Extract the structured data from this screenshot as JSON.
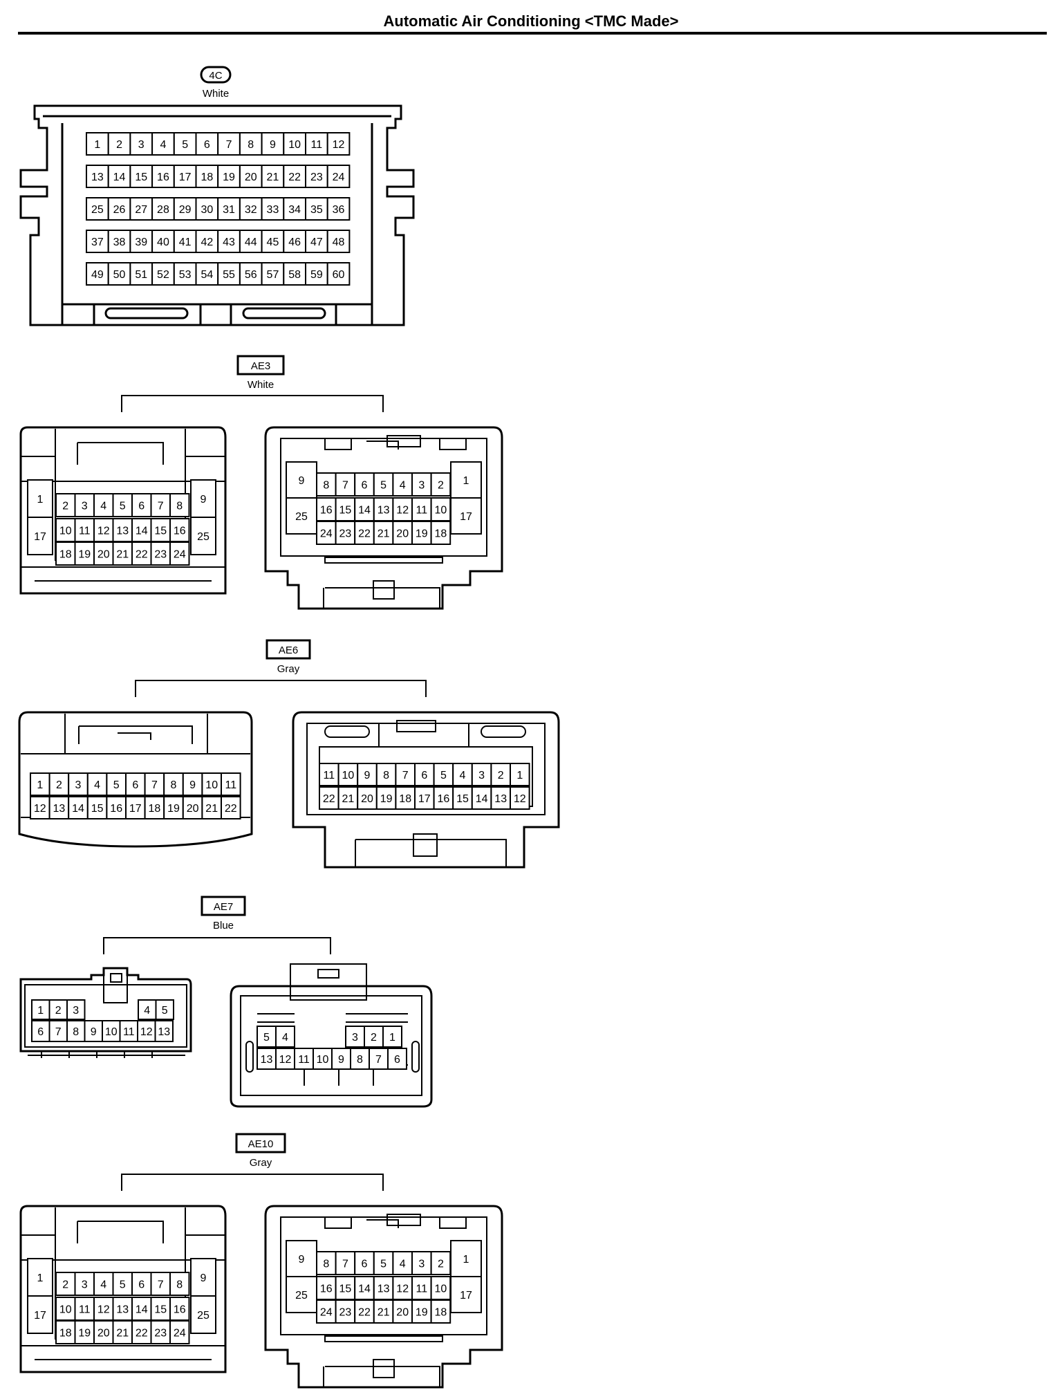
{
  "title": "Automatic Air Conditioning <TMC Made>",
  "connectors": [
    {
      "id": "4C",
      "color": "White",
      "grid_rows": [
        [
          "1",
          "2",
          "3",
          "4",
          "5",
          "6",
          "7",
          "8",
          "9",
          "10",
          "11",
          "12"
        ],
        [
          "13",
          "14",
          "15",
          "16",
          "17",
          "18",
          "19",
          "20",
          "21",
          "22",
          "23",
          "24"
        ],
        [
          "25",
          "26",
          "27",
          "28",
          "29",
          "30",
          "31",
          "32",
          "33",
          "34",
          "35",
          "36"
        ],
        [
          "37",
          "38",
          "39",
          "40",
          "41",
          "42",
          "43",
          "44",
          "45",
          "46",
          "47",
          "48"
        ],
        [
          "49",
          "50",
          "51",
          "52",
          "53",
          "54",
          "55",
          "56",
          "57",
          "58",
          "59",
          "60"
        ]
      ]
    },
    {
      "id": "AE3",
      "color": "White",
      "male_view": {
        "side_left": [
          "1",
          "17"
        ],
        "side_right": [
          "9",
          "25"
        ],
        "rows": [
          [
            "2",
            "3",
            "4",
            "5",
            "6",
            "7",
            "8"
          ],
          [
            "10",
            "11",
            "12",
            "13",
            "14",
            "15",
            "16"
          ],
          [
            "18",
            "19",
            "20",
            "21",
            "22",
            "23",
            "24"
          ]
        ]
      },
      "female_view": {
        "side_left": [
          "9",
          "25"
        ],
        "side_right": [
          "1",
          "17"
        ],
        "rows": [
          [
            "8",
            "7",
            "6",
            "5",
            "4",
            "3",
            "2"
          ],
          [
            "16",
            "15",
            "14",
            "13",
            "12",
            "11",
            "10"
          ],
          [
            "24",
            "23",
            "22",
            "21",
            "20",
            "19",
            "18"
          ]
        ]
      }
    },
    {
      "id": "AE6",
      "color": "Gray",
      "male_view": {
        "rows": [
          [
            "1",
            "2",
            "3",
            "4",
            "5",
            "6",
            "7",
            "8",
            "9",
            "10",
            "11"
          ],
          [
            "12",
            "13",
            "14",
            "15",
            "16",
            "17",
            "18",
            "19",
            "20",
            "21",
            "22"
          ]
        ]
      },
      "female_view": {
        "rows": [
          [
            "11",
            "10",
            "9",
            "8",
            "7",
            "6",
            "5",
            "4",
            "3",
            "2",
            "1"
          ],
          [
            "22",
            "21",
            "20",
            "19",
            "18",
            "17",
            "16",
            "15",
            "14",
            "13",
            "12"
          ]
        ]
      }
    },
    {
      "id": "AE7",
      "color": "Blue",
      "male_view": {
        "top_left": [
          "1",
          "2",
          "3"
        ],
        "top_right": [
          "4",
          "5"
        ],
        "bottom": [
          "6",
          "7",
          "8",
          "9",
          "10",
          "11",
          "12",
          "13"
        ]
      },
      "female_view": {
        "top_left": [
          "5",
          "4"
        ],
        "top_right": [
          "3",
          "2",
          "1"
        ],
        "bottom": [
          "13",
          "12",
          "11",
          "10",
          "9",
          "8",
          "7",
          "6"
        ]
      }
    },
    {
      "id": "AE10",
      "color": "Gray",
      "male_view": {
        "side_left": [
          "1",
          "17"
        ],
        "side_right": [
          "9",
          "25"
        ],
        "rows": [
          [
            "2",
            "3",
            "4",
            "5",
            "6",
            "7",
            "8"
          ],
          [
            "10",
            "11",
            "12",
            "13",
            "14",
            "15",
            "16"
          ],
          [
            "18",
            "19",
            "20",
            "21",
            "22",
            "23",
            "24"
          ]
        ]
      },
      "female_view": {
        "side_left": [
          "9",
          "25"
        ],
        "side_right": [
          "1",
          "17"
        ],
        "rows": [
          [
            "8",
            "7",
            "6",
            "5",
            "4",
            "3",
            "2"
          ],
          [
            "16",
            "15",
            "14",
            "13",
            "12",
            "11",
            "10"
          ],
          [
            "24",
            "23",
            "22",
            "21",
            "20",
            "19",
            "18"
          ]
        ]
      }
    }
  ]
}
